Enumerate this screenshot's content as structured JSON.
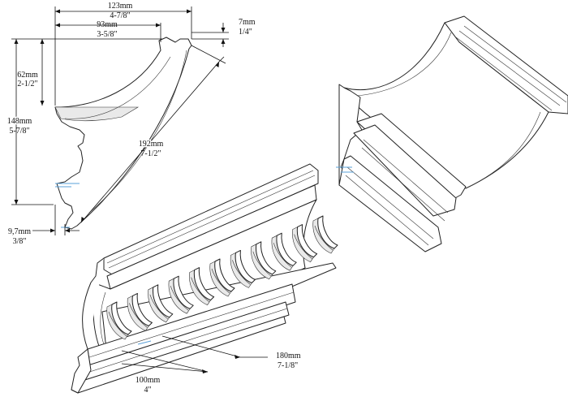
{
  "dimensions": {
    "width_total": {
      "mm": "123mm",
      "in": "4-7/8\""
    },
    "width_inner": {
      "mm": "93mm",
      "in": "3-5/8\""
    },
    "top_lip": {
      "mm": "7mm",
      "in": "1/4\""
    },
    "upper_drop": {
      "mm": "62mm",
      "in": "2-1/2\""
    },
    "height_total": {
      "mm": "148mm",
      "in": "5-7/8\""
    },
    "diagonal": {
      "mm": "192mm",
      "in": "7-1/2\""
    },
    "bottom_step": {
      "mm": "9,7mm",
      "in": "3/8\""
    },
    "module_length": {
      "mm": "180mm",
      "in": "7-1/8\""
    },
    "module_spacing": {
      "mm": "100mm",
      "in": "4\""
    }
  },
  "colors": {
    "line": "#222222",
    "accent_blue": "#5aa0d8",
    "shade": "#e9e9e9"
  }
}
